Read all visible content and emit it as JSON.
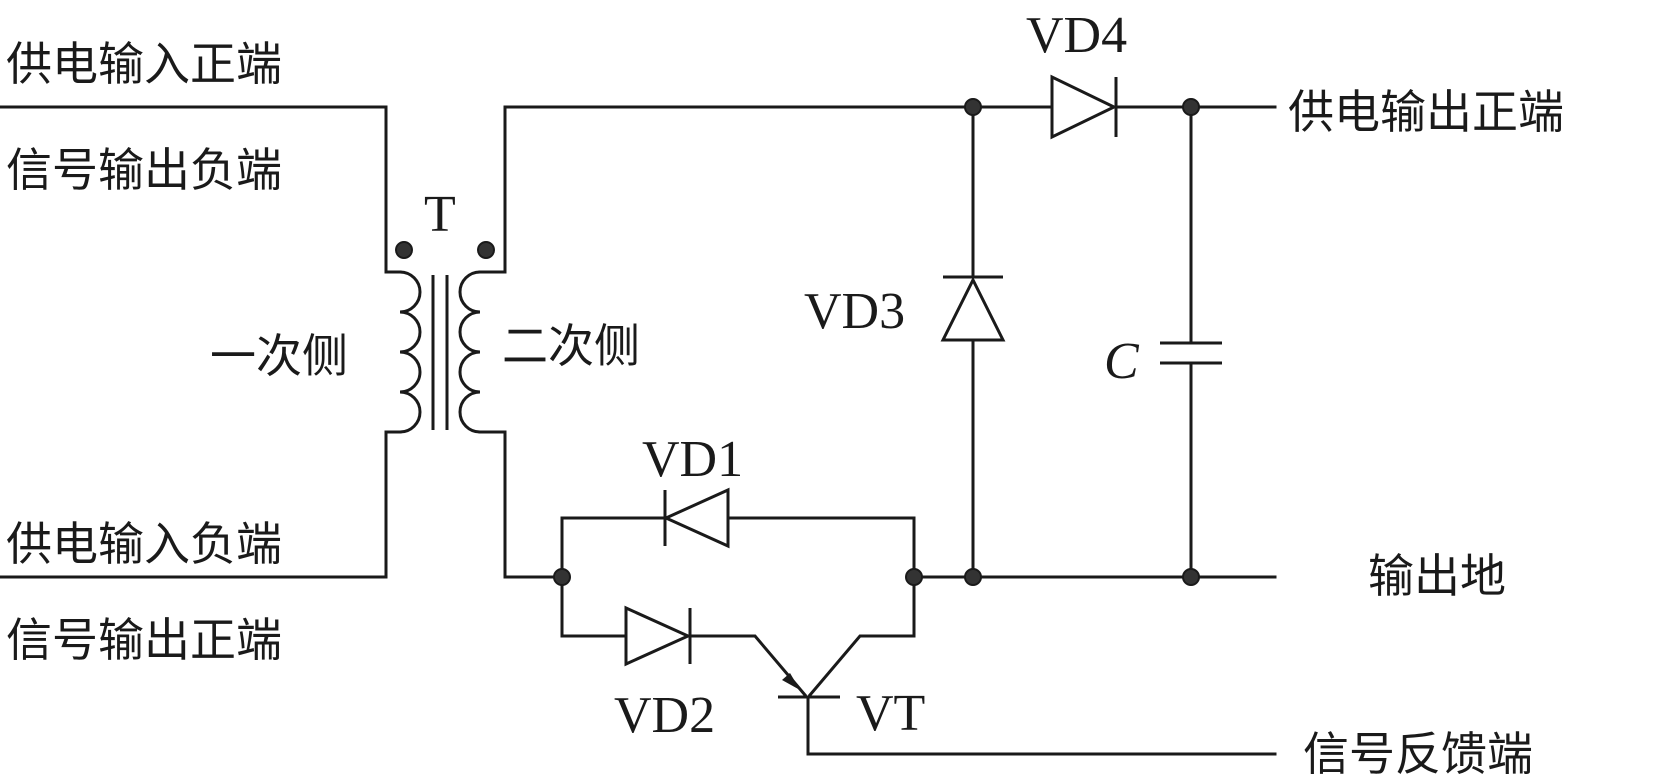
{
  "terminals": {
    "supply_in_pos": "供电输入正端",
    "signal_out_neg": "信号输出负端",
    "supply_in_neg": "供电输入负端",
    "signal_out_pos": "信号输出正端",
    "supply_out_pos": "供电输出正端",
    "output_ground": "输出地",
    "signal_feedback": "信号反馈端"
  },
  "transformer": {
    "ref": "T",
    "primary": "一次侧",
    "secondary": "二次侧"
  },
  "components": {
    "vd1": "VD1",
    "vd2": "VD2",
    "vd3": "VD3",
    "vd4": "VD4",
    "cap": "C",
    "transistor": "VT"
  }
}
